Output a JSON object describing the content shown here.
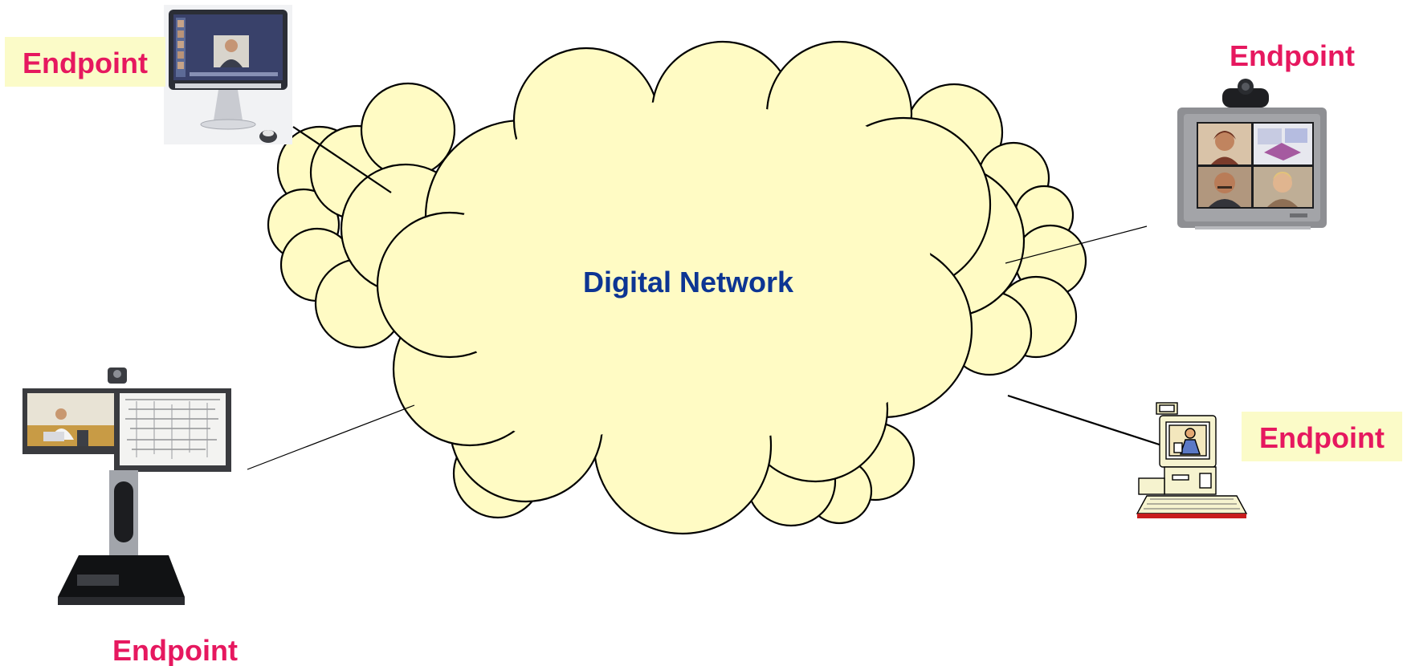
{
  "network": {
    "label": "Digital Network",
    "fill": "#fffbc4",
    "stroke": "#000000",
    "label_color": "#0d3593"
  },
  "endpoints": [
    {
      "label": "Endpoint",
      "device": "desktop-video-monitor-icon",
      "boxed": true
    },
    {
      "label": "Endpoint",
      "device": "crt-tv-with-camera-icon",
      "boxed": false
    },
    {
      "label": "Endpoint",
      "device": "dual-screen-telepresence-stand-icon",
      "boxed": false
    },
    {
      "label": "Endpoint",
      "device": "desktop-computer-with-camera-icon",
      "boxed": true
    }
  ],
  "colors": {
    "endpoint_label": "#e6185f",
    "label_box": "#fbfbc8"
  }
}
